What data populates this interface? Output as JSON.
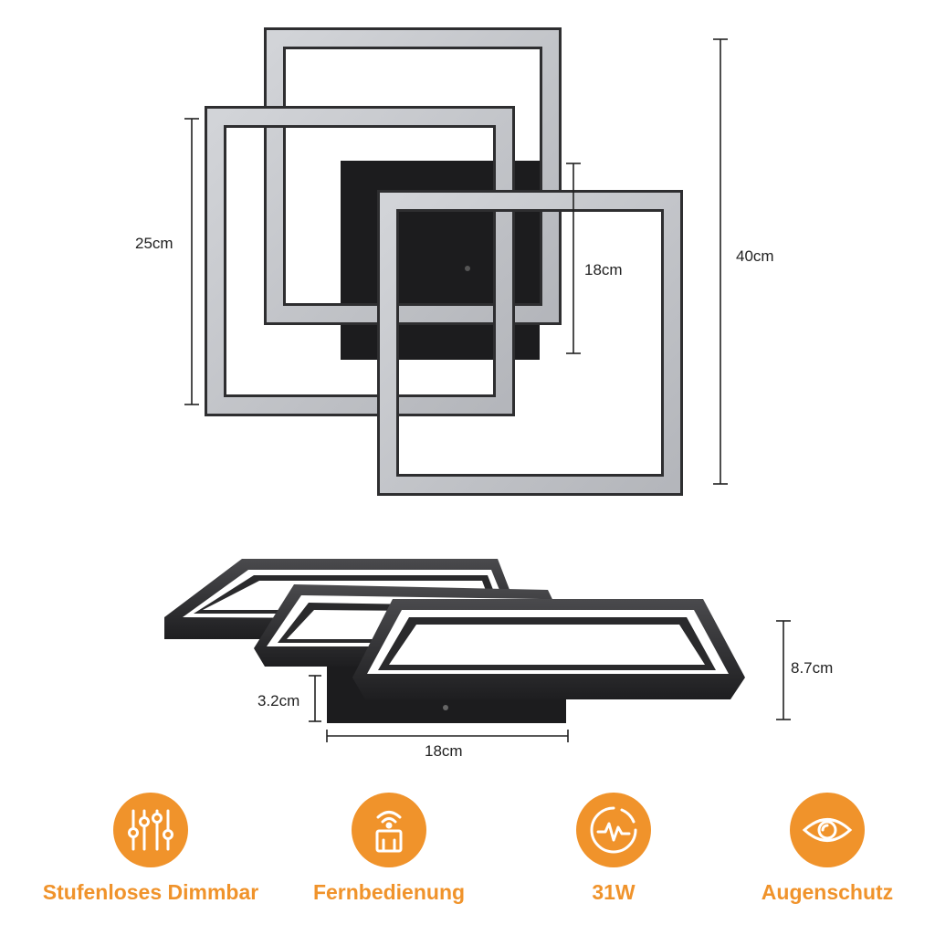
{
  "colors": {
    "accent": "#F0932B",
    "frame_light": "#C7C9CD",
    "frame_dark": "#2E2E30",
    "base_plate": "#1C1C1E",
    "text": "#222222"
  },
  "dimensions": {
    "top_view": {
      "height_total": "40cm",
      "height_left": "25cm",
      "height_inner": "18cm"
    },
    "side_view": {
      "height": "8.7cm",
      "base_height": "3.2cm",
      "base_width": "18cm"
    }
  },
  "features": [
    {
      "label": "Stufenloses Dimmbar",
      "icon": "dimmer-sliders-icon"
    },
    {
      "label": "Fernbedienung",
      "icon": "remote-control-icon"
    },
    {
      "label": "31W",
      "icon": "power-wave-icon"
    },
    {
      "label": "Augenschutz",
      "icon": "eye-protection-icon"
    }
  ]
}
